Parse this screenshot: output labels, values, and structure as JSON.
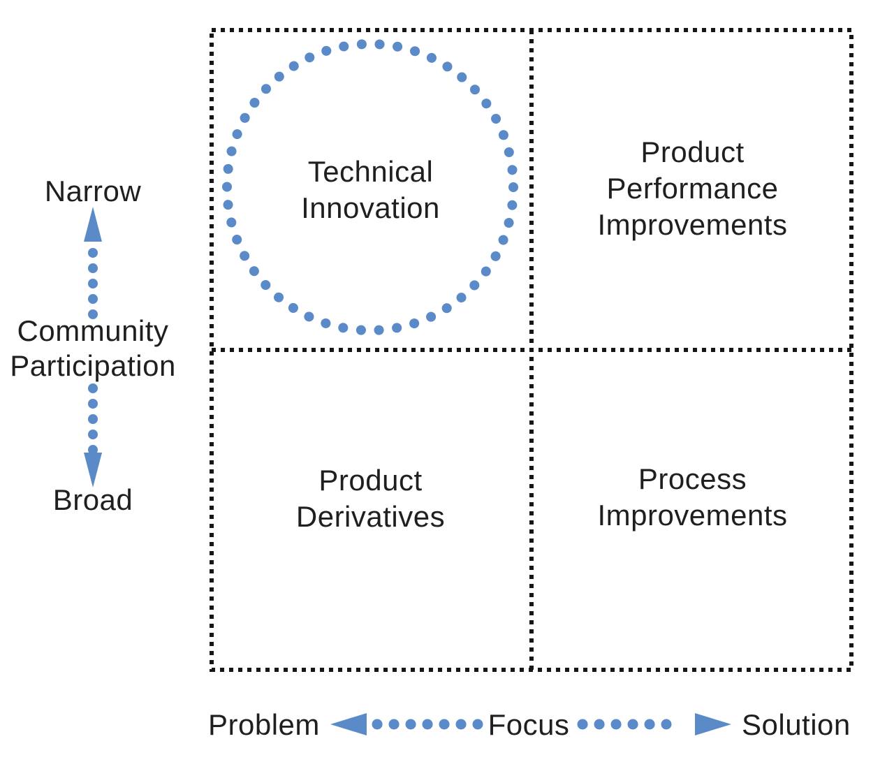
{
  "colors": {
    "accent_blue": "#5b8ac8",
    "grid_black": "#161616",
    "text": "#1f1f1f",
    "background": "#ffffff"
  },
  "y_axis": {
    "top_label": "Narrow",
    "title_lines": [
      "Community",
      "Participation"
    ],
    "bottom_label": "Broad"
  },
  "x_axis": {
    "left_label": "Problem",
    "title": "Focus",
    "right_label": "Solution"
  },
  "quadrants": {
    "top_left": {
      "lines": [
        "Technical",
        "Innovation"
      ],
      "highlighted": true
    },
    "top_right": {
      "lines": [
        "Product",
        "Performance",
        "Improvements"
      ],
      "highlighted": false
    },
    "bottom_left": {
      "lines": [
        "Product",
        "Derivatives"
      ],
      "highlighted": false
    },
    "bottom_right": {
      "lines": [
        "Process",
        "Improvements"
      ],
      "highlighted": false
    }
  }
}
